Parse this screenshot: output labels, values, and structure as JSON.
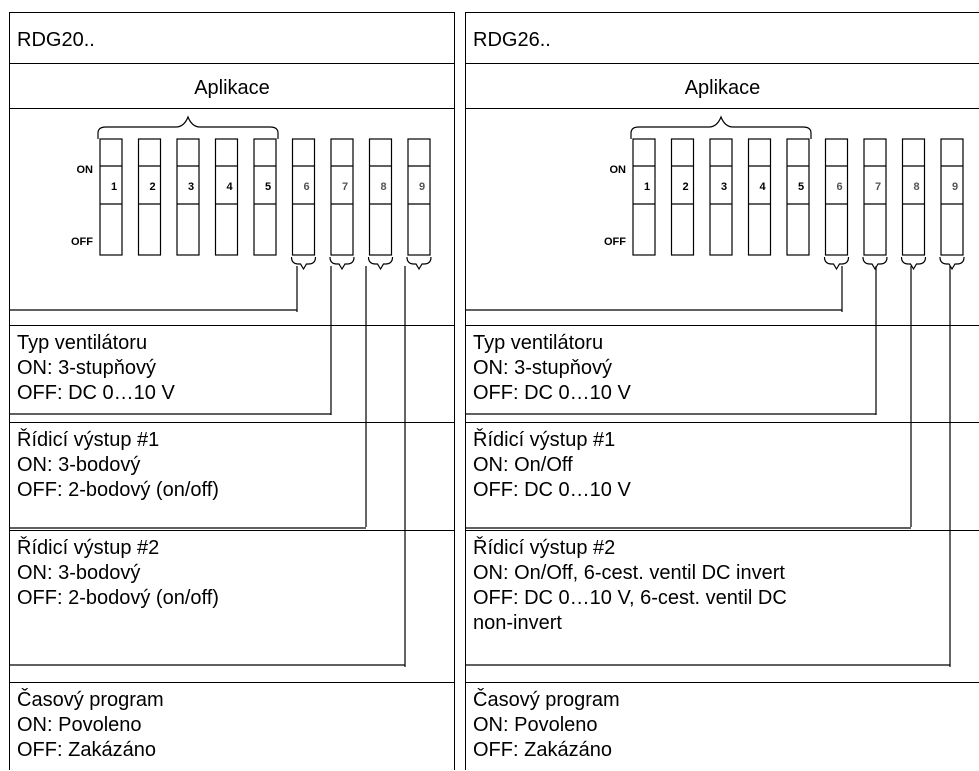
{
  "left": {
    "model": "RDG20..",
    "application": "Aplikace",
    "switch_on_label": "ON",
    "switch_off_label": "OFF",
    "switch_numbers": [
      "1",
      "2",
      "3",
      "4",
      "5",
      "6",
      "7",
      "8",
      "9"
    ],
    "fan": [
      "Typ ventilátoru",
      "ON: 3-stupňový",
      "OFF: DC 0…10 V"
    ],
    "out1": [
      "Řídicí výstup #1",
      "ON: 3-bodový",
      "OFF: 2-bodový (on/off)"
    ],
    "out2": [
      "Řídicí výstup #2",
      "ON: 3-bodový",
      "OFF: 2-bodový (on/off)"
    ],
    "time": [
      "Časový program",
      "ON: Povoleno",
      "OFF: Zakázáno"
    ]
  },
  "right": {
    "model": "RDG26..",
    "application": "Aplikace",
    "switch_on_label": "ON",
    "switch_off_label": "OFF",
    "switch_numbers": [
      "1",
      "2",
      "3",
      "4",
      "5",
      "6",
      "7",
      "8",
      "9"
    ],
    "fan": [
      "Typ ventilátoru",
      "ON: 3-stupňový",
      "OFF: DC 0…10 V"
    ],
    "out1": [
      "Řídicí výstup #1",
      "ON: On/Off",
      "OFF: DC 0…10 V"
    ],
    "out2": [
      "Řídicí výstup #2",
      "ON: On/Off, 6-cest. ventil DC invert",
      "OFF: DC 0…10 V, 6-cest. ventil DC",
      "non-invert"
    ],
    "time": [
      "Časový program",
      "ON: Povoleno",
      "OFF: Zakázáno"
    ]
  }
}
